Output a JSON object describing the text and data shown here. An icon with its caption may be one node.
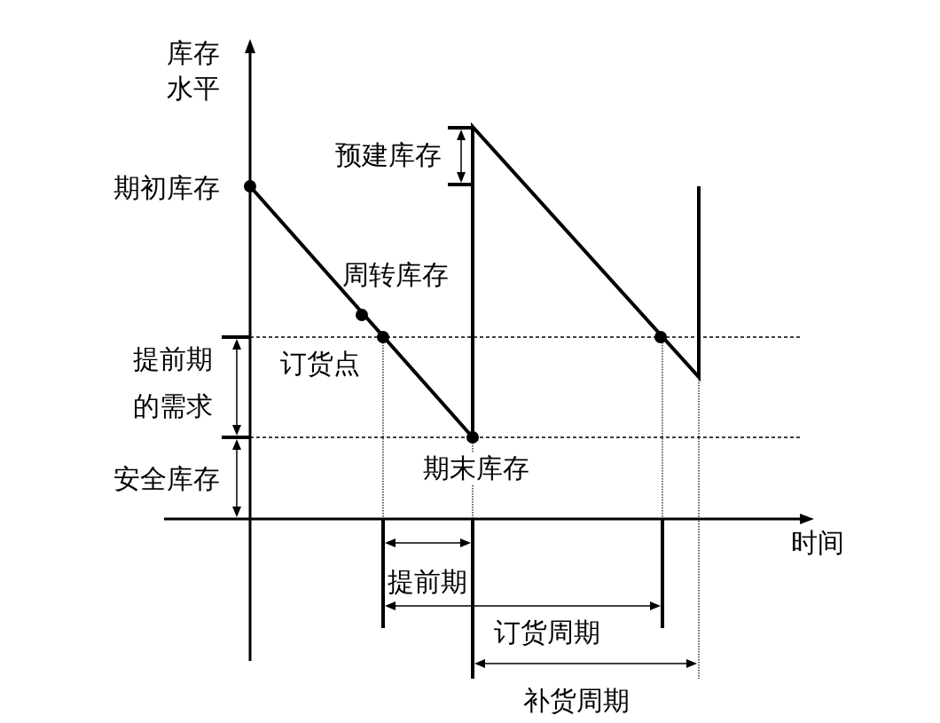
{
  "diagram": {
    "labels": [
      "库存水平",
      "预建库存",
      "期初库存",
      "周转库存",
      "提前期的需求",
      "订货点",
      "期末库存",
      "安全库存",
      "时间",
      "提前期",
      "订货周期",
      "补货周期"
    ]
  }
}
